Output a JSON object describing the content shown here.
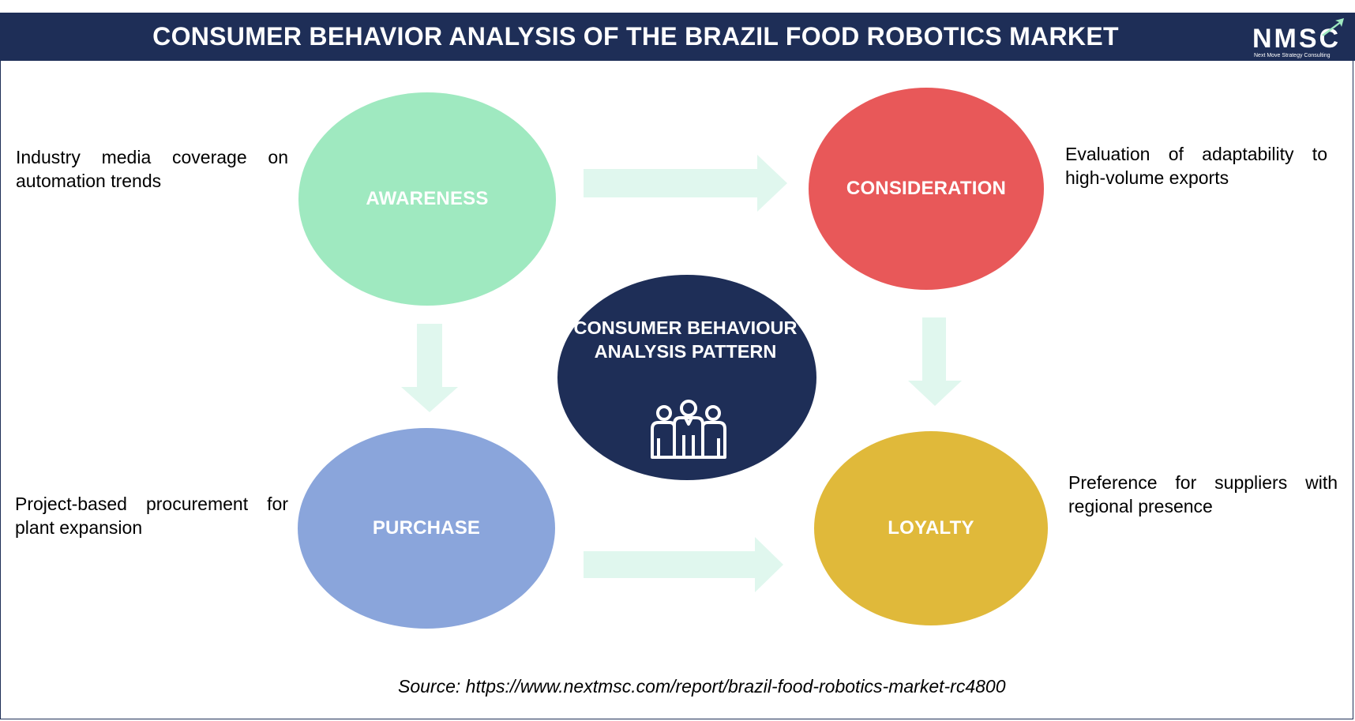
{
  "header": {
    "title": "CONSUMER BEHAVIOR ANALYSIS OF THE BRAZIL FOOD ROBOTICS MARKET",
    "logo_text": "NMSC",
    "logo_subtitle": "Next Move Strategy Consulting"
  },
  "stages": {
    "awareness": {
      "label": "AWARENESS",
      "description": "Industry media coverage on automation trends",
      "color": "#9fe9c0"
    },
    "consideration": {
      "label": "CONSIDERATION",
      "description": "Evaluation of adaptability to high-volume exports",
      "color": "#e85859"
    },
    "purchase": {
      "label": "PURCHASE",
      "description": "Project-based procurement for plant expansion",
      "color": "#8aa5db"
    },
    "loyalty": {
      "label": "LOYALTY",
      "description": "Preference for suppliers with regional presence",
      "color": "#e0b93a"
    }
  },
  "center": {
    "text": "CONSUMER BEHAVIOUR ANALYSIS PATTERN",
    "icon": "people-group-icon",
    "color": "#1e2e57"
  },
  "arrow_color": "#e0f7ee",
  "source": "Source: https://www.nextmsc.com/report/brazil-food-robotics-market-rc4800"
}
